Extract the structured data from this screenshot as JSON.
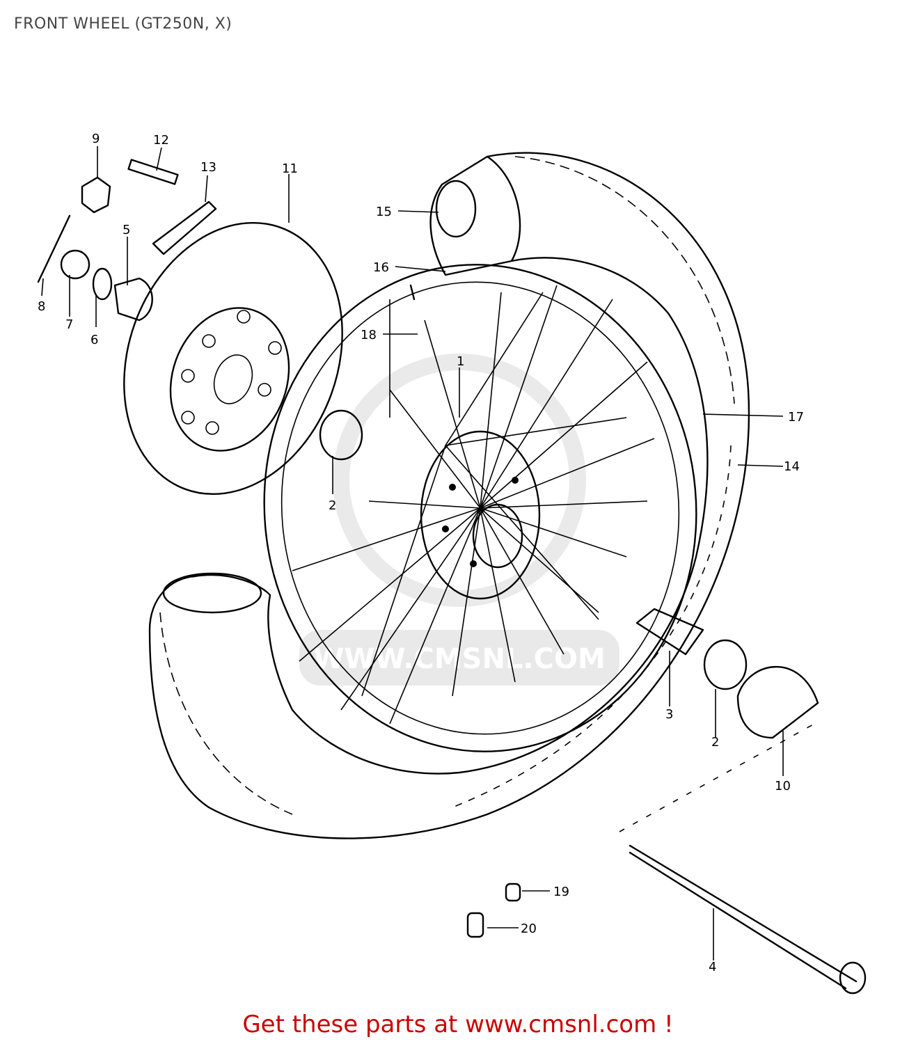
{
  "title": "FRONT WHEEL (GT250N, X)",
  "footer": "Get these parts at www.cmsnl.com !",
  "watermark": "WWW.CMSNL.COM",
  "callouts": [
    "9",
    "12",
    "13",
    "11",
    "15",
    "16",
    "18",
    "1",
    "5",
    "8",
    "7",
    "6",
    "2",
    "17",
    "14",
    "3",
    "2",
    "10",
    "19",
    "20",
    "4"
  ]
}
